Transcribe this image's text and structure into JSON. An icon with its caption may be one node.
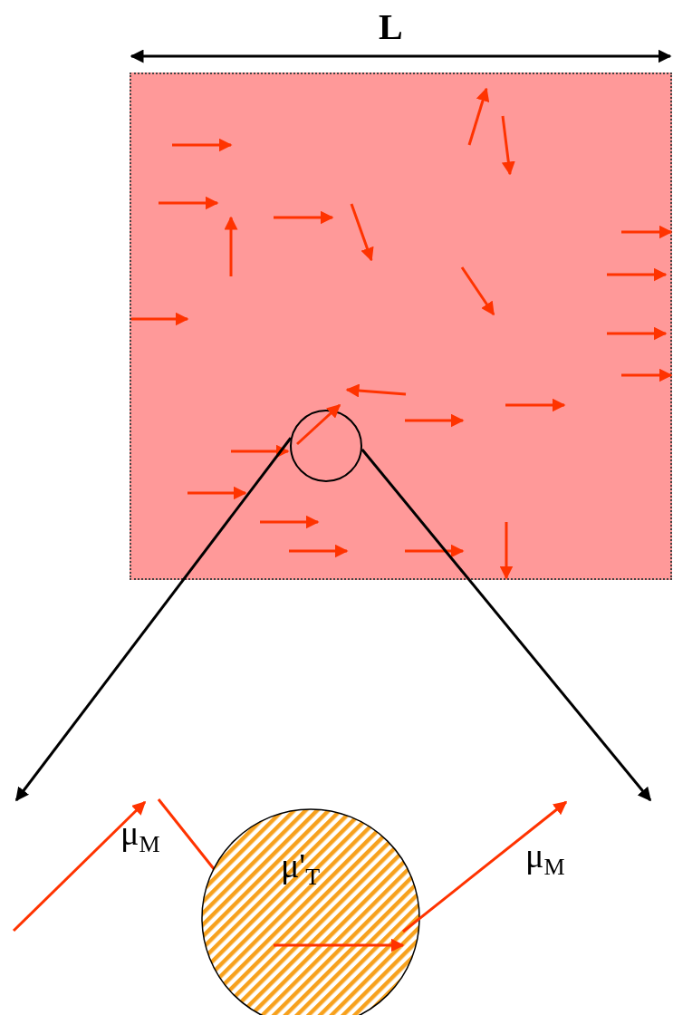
{
  "diagram": {
    "nodes": [
      {
        "text": [],
        "shape": "box"
      },
      {
        "text": [],
        "shape": "circle",
        "in": 0
      },
      {
        "text": [
          "μ'$_{T}$"
        ]
      }
    ],
    "edges": [
      {
        "from": 1,
        "to": null,
        "arrow": "to"
      },
      {
        "from": 1,
        "to": null,
        "arrow": "to"
      }
    ],
    "labels": [
      "L",
      "μ$_{M}$",
      "μ$_{M}$"
    ]
  }
}
